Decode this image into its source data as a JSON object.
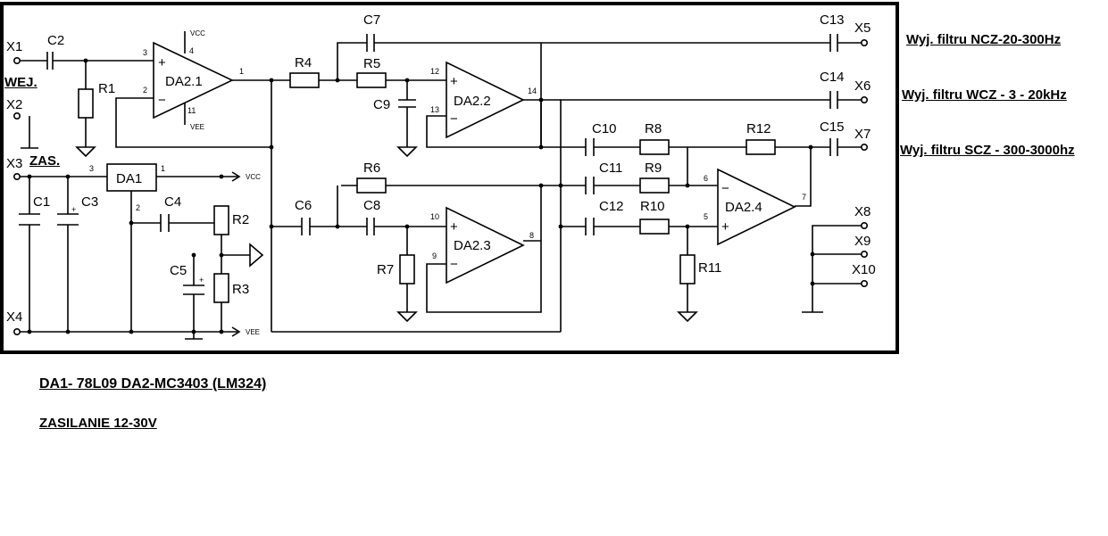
{
  "schematic": {
    "terminals": {
      "x1": "X1",
      "x2": "X2",
      "x3": "X3",
      "x4": "X4",
      "x5": "X5",
      "x6": "X6",
      "x7": "X7",
      "x8": "X8",
      "x9": "X9",
      "x10": "X10"
    },
    "components": {
      "c1": "C1",
      "c2": "C2",
      "c3": "C3",
      "c4": "C4",
      "c5": "C5",
      "c6": "C6",
      "c7": "C7",
      "c8": "C8",
      "c9": "C9",
      "c10": "C10",
      "c11": "C11",
      "c12": "C12",
      "c13": "C13",
      "c14": "C14",
      "c15": "C15",
      "r1": "R1",
      "r2": "R2",
      "r3": "R3",
      "r4": "R4",
      "r5": "R5",
      "r6": "R6",
      "r7": "R7",
      "r8": "R8",
      "r9": "R9",
      "r10": "R10",
      "r11": "R11",
      "r12": "R12",
      "da1": "DA1",
      "da21": "DA2.1",
      "da22": "DA2.2",
      "da23": "DA2.3",
      "da24": "DA2.4"
    },
    "pins": {
      "p1": "1",
      "p2": "2",
      "p3": "3",
      "p4": "4",
      "p5": "5",
      "p6": "6",
      "p7": "7",
      "p8": "8",
      "p9": "9",
      "p10": "10",
      "p11": "11",
      "p12": "12",
      "p13": "13",
      "p14": "14"
    },
    "power": {
      "vcc": "VCC",
      "vee": "VEE"
    },
    "signs": {
      "plus": "+",
      "minus": "−"
    }
  },
  "annotations": {
    "input": "WEJ.",
    "supply": "ZAS.",
    "out_ncz": "Wyj. filtru NCZ-20-300Hz",
    "out_wcz": "Wyj. filtru WCZ - 3 - 20kHz",
    "out_scz": "Wyj. filtru SCZ - 300-3000hz",
    "parts": "DA1-  78L09  DA2-MC3403 (LM324)",
    "power_range": "ZASILANIE 12-30V"
  }
}
